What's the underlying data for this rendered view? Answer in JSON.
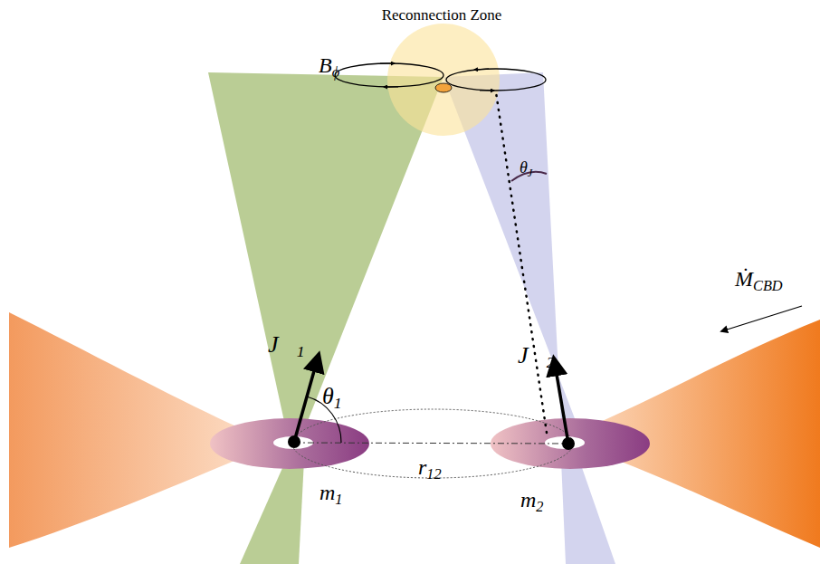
{
  "diagram": {
    "labels": [
      "Reconnection Zone",
      "Bϕ",
      "θJ",
      "ṀCBD",
      "J⃗1",
      "θ1",
      "J⃗2",
      "r12",
      "m1",
      "m2"
    ]
  }
}
